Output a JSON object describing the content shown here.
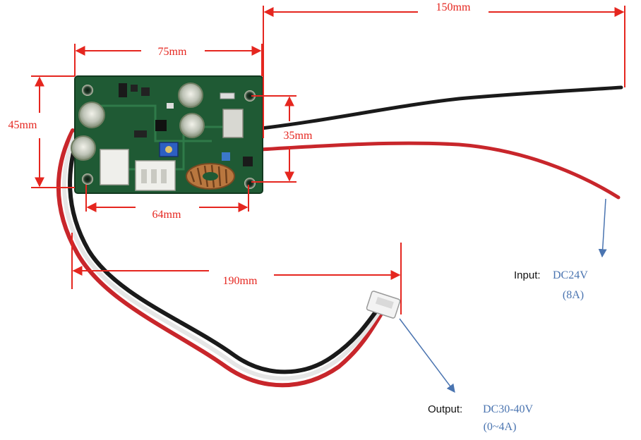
{
  "dimensions": {
    "board_length": "75mm",
    "board_width": "45mm",
    "hole_spacing_long": "64mm",
    "hole_spacing_short": "35mm",
    "input_wire_length": "150mm",
    "output_wire_length": "190mm"
  },
  "input": {
    "label": "Input:",
    "voltage": "DC24V",
    "current": "(8A)"
  },
  "output": {
    "label": "Output:",
    "voltage": "DC30-40V",
    "current": "(0~4A)"
  },
  "colors": {
    "dimension_red": "#e5261f",
    "note_blue": "#4a74b0",
    "pcb_green": "#1f5a34",
    "wire_red": "#c8262b",
    "wire_black": "#1a1a1a",
    "wire_white": "#e6e6e6"
  }
}
